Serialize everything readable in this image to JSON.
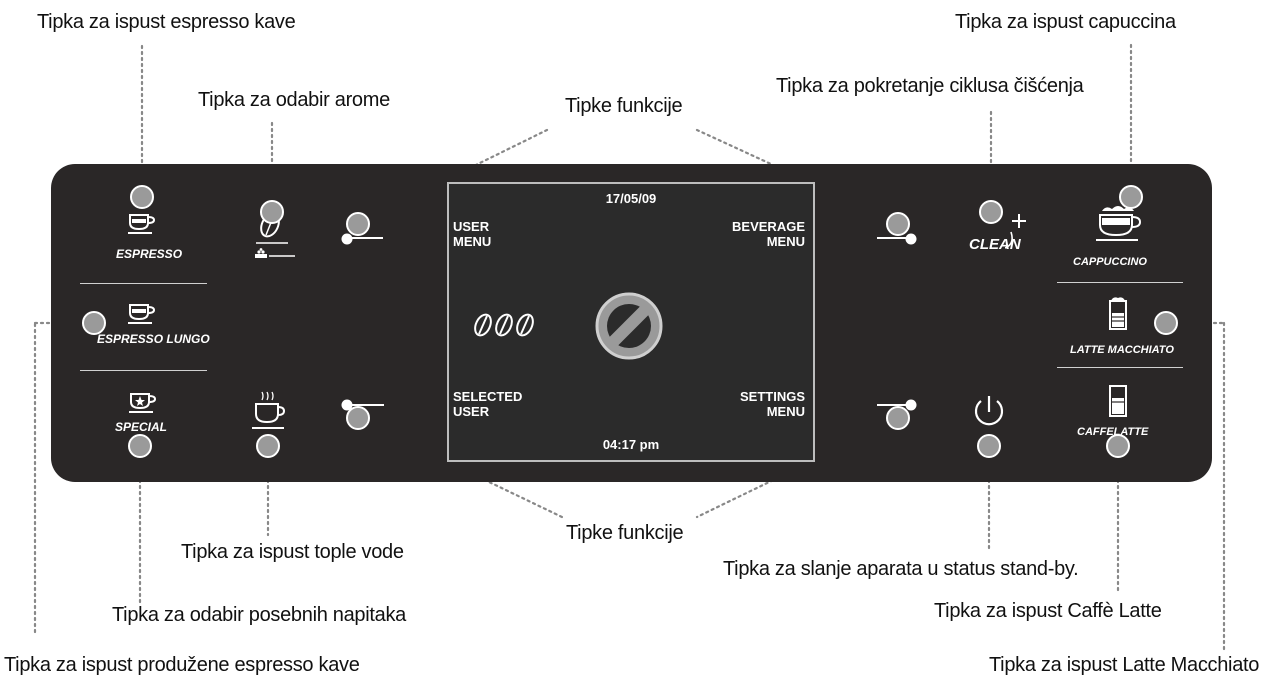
{
  "callouts": {
    "espresso": "Tipka za ispust espresso kave",
    "aroma": "Tipka za odabir arome",
    "fn_top": "Tipke funkcije",
    "clean": "Tipka za pokretanje ciklusa čišćenja",
    "cappuccino": "Tipka za ispust capuccina",
    "hot_water": "Tipka za ispust tople vode",
    "fn_bottom": "Tipke funkcije",
    "standby": "Tipka za slanje aparata u status stand-by.",
    "special": "Tipka za odabir posebnih napitaka",
    "caffe_latte": "Tipka za ispust Caffè Latte",
    "espresso_lungo": "Tipka za ispust produžene espresso kave",
    "latte_macchiato": "Tipka za ispust Latte Macchiato"
  },
  "panel": {
    "espresso": "ESPRESSO",
    "espresso_lungo": "ESPRESSO LUNGO",
    "special": "SPECIAL",
    "clean": "CLEAN",
    "cappuccino": "CAPPUCCINO",
    "latte_macchiato": "LATTE MACCHIATO",
    "caffe_latte": "CAFFELATTE"
  },
  "screen": {
    "date": "17/05/09",
    "user_menu": [
      "USER",
      "MENU"
    ],
    "beverage_menu": [
      "BEVERAGE",
      "MENU"
    ],
    "selected_user": [
      "SELECTED",
      "USER"
    ],
    "settings_menu": [
      "SETTINGS",
      "MENU"
    ],
    "time": "04:17 pm"
  },
  "icons": {
    "cup": "espresso-cup-icon",
    "bean": "coffee-bean-icon",
    "aroma_scale": "aroma-scale-icon",
    "beans": "three-beans-icon",
    "logo": "saeco-logo-icon",
    "hot_water": "hot-water-cup-icon",
    "power": "power-icon",
    "glass": "latte-glass-icon"
  },
  "colors": {
    "panel": "#2a2727",
    "button": "#9a9a9a",
    "leader": "#888888"
  }
}
